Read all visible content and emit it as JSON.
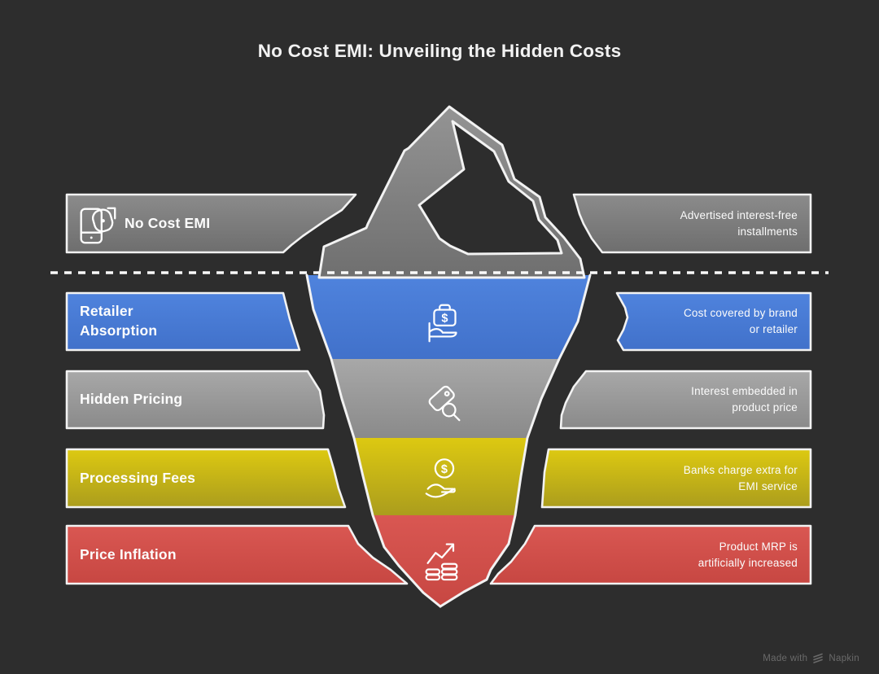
{
  "title": "No Cost EMI: Unveiling the Hidden Costs",
  "watermark": {
    "prefix": "Made with",
    "brand": "Napkin",
    "logo_icon": "napkin-logo-icon"
  },
  "colors": {
    "background": "#2d2d2d",
    "outline": "#f2f2f2",
    "title_text": "#f2f2f2",
    "band_gray_dark": "#7d7d7d",
    "band_gray_light": "#9d9d9d",
    "band_blue": "#4a7fd8",
    "band_yellow": "#d3c013",
    "band_red": "#d65550",
    "watermark_text": "#6a6a6a"
  },
  "waterline": {
    "style": "dashed",
    "color": "#fafafa"
  },
  "rows": [
    {
      "id": "no-cost-emi",
      "left_label": "No Cost EMI",
      "right_label": "Advertised interest-free\ninstallments",
      "color": "#7d7d7d",
      "icon": "phone-payment-icon",
      "zone": "above-waterline"
    },
    {
      "id": "retailer-absorption",
      "left_label": "Retailer\nAbsorption",
      "right_label": "Cost covered by brand\nor retailer",
      "color": "#4a7fd8",
      "icon": "briefcase-dollar-icon",
      "zone": "below-waterline"
    },
    {
      "id": "hidden-pricing",
      "left_label": "Hidden Pricing",
      "right_label": "Interest embedded in\nproduct price",
      "color": "#9d9d9d",
      "icon": "price-tag-search-icon",
      "zone": "below-waterline"
    },
    {
      "id": "processing-fees",
      "left_label": "Processing Fees",
      "right_label": "Banks charge extra for\nEMI service",
      "color": "#d3c013",
      "icon": "coin-hand-icon",
      "zone": "below-waterline"
    },
    {
      "id": "price-inflation",
      "left_label": "Price Inflation",
      "right_label": "Product MRP is\nartificially increased",
      "color": "#d65550",
      "icon": "coins-growth-icon",
      "zone": "below-waterline"
    }
  ]
}
